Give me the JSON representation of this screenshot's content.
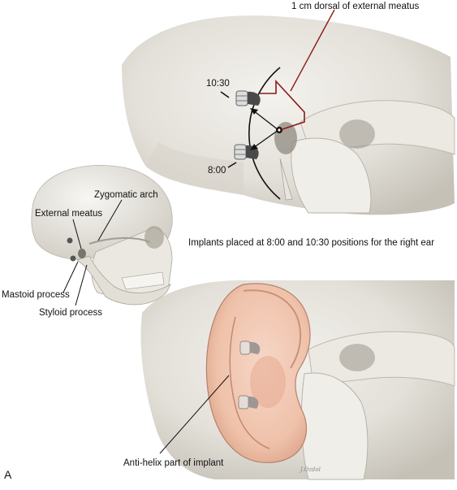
{
  "labels": {
    "dorsal": "1 cm dorsal of external meatus",
    "clock_1030": "10:30",
    "clock_800": "8:00",
    "zygomatic_arch": "Zygomatic arch",
    "external_meatus": "External meatus",
    "mastoid_process": "Mastoid process",
    "styloid_process": "Styloid process",
    "implants_caption": "Implants placed at 8:00 and 10:30 positions for the right ear",
    "anti_helix": "Anti-helix part of implant",
    "panel_letter": "A",
    "signature": "J.Ozdol"
  },
  "colors": {
    "bone": "#e6e3dc",
    "bone_shadow": "#c9c5bc",
    "ear_skin": "#f0c6b0",
    "leader_red": "#8b1a1a",
    "arc_black": "#111111"
  }
}
